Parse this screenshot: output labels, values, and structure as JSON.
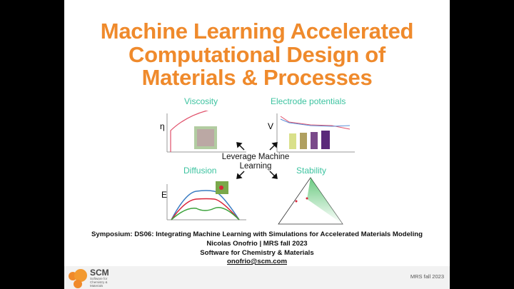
{
  "slide": {
    "title_lines": [
      "Machine Learning Accelerated",
      "Computational Design of",
      "Materials & Processes"
    ],
    "panels": {
      "viscosity": {
        "label": "Viscosity",
        "axis": "η"
      },
      "electrode": {
        "label": "Electrode potentials",
        "axis": "V"
      },
      "diffusion": {
        "label": "Diffusion",
        "axis": "E"
      },
      "stability": {
        "label": "Stability"
      }
    },
    "center_text": [
      "Leverage Machine",
      "Learning"
    ],
    "symposium": "Symposium: DS06: Integrating Machine Learning with Simulations for Accelerated Materials Modeling",
    "author_line": "Nicolas Onofrio | MRS fall 2023",
    "org_line": "Software for Chemistry & Materials",
    "email": "onofrio@scm.com",
    "footer": {
      "logo_text": "SCM",
      "logo_sub": [
        "Software for",
        "Chemistry &",
        "Materials"
      ],
      "right_text": "MRS fall 2023"
    },
    "colors": {
      "title": "#ef8a2c",
      "label": "#3dc3a0",
      "footer_bg": "#f2f2f2"
    }
  }
}
